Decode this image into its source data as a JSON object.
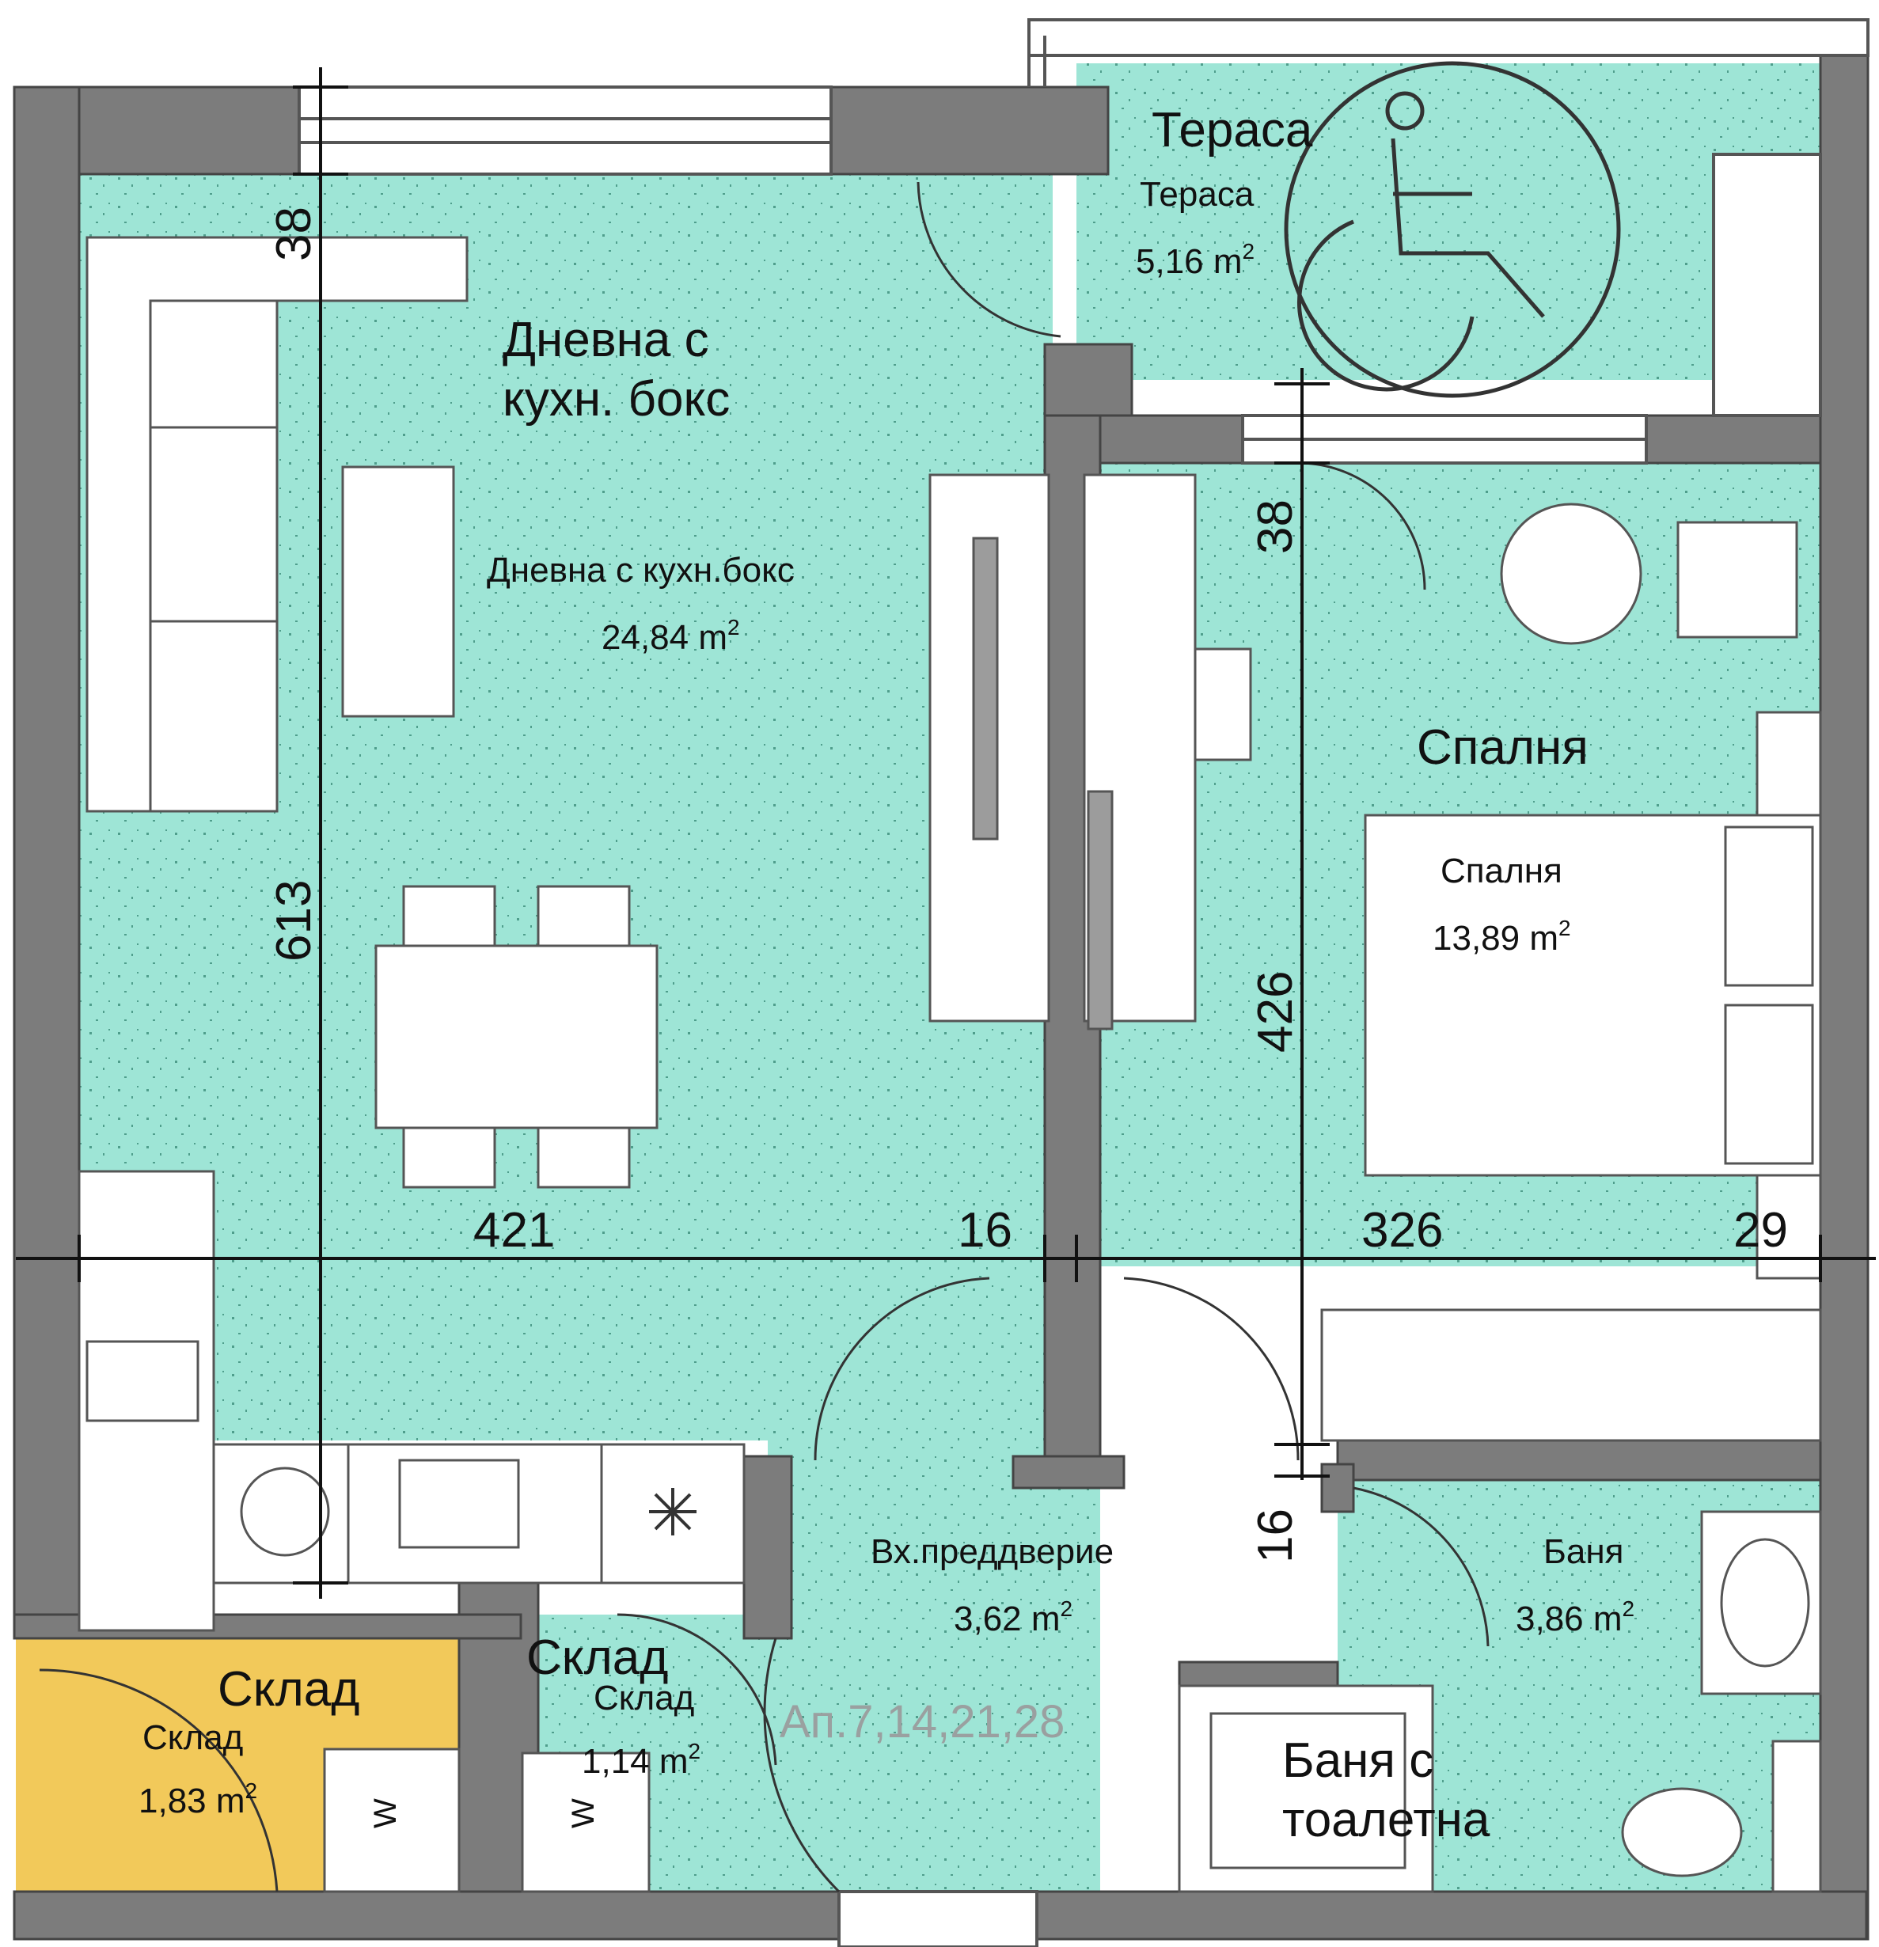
{
  "colors": {
    "floor": "#9ee5d6",
    "wall": "#7c7c7c",
    "storage_floor": "#f2c95a",
    "dim_line": "#111111"
  },
  "rooms": {
    "living": {
      "title": "Дневна с",
      "title2": "кухн. бокс",
      "name": "Дневна с кухн.бокс",
      "area": "24,84 m",
      "area_sup": "2"
    },
    "terrace": {
      "title": "Тераса",
      "name": "Тераса",
      "area": "5,16 m",
      "area_sup": "2"
    },
    "bedroom": {
      "title": "Спалня",
      "name": "Спалня",
      "area": "13,89 m",
      "area_sup": "2"
    },
    "hallway": {
      "name": "Вх.преддверие",
      "area": "3,62 m",
      "area_sup": "2"
    },
    "bathroom": {
      "title": "Баня с",
      "title2": "тоалетна",
      "name": "Баня",
      "area": "3,86 m",
      "area_sup": "2"
    },
    "storage_in": {
      "title": "Склад",
      "name": "Склад",
      "area": "1,14 m",
      "area_sup": "2"
    },
    "storage_out": {
      "title": "Склад",
      "name": "Склад",
      "area": "1,83 m",
      "area_sup": "2"
    }
  },
  "dimensions": {
    "d421": "421",
    "d16a": "16",
    "d326": "326",
    "d29": "29",
    "d613": "613",
    "d38a": "38",
    "d38b": "38",
    "d426": "426",
    "d16b": "16"
  },
  "apartment_label": "Ап.7,14,21,28",
  "washer_mark": "W",
  "icons": {
    "accessibility": "wheelchair-icon",
    "fan": "asterisk-icon"
  }
}
